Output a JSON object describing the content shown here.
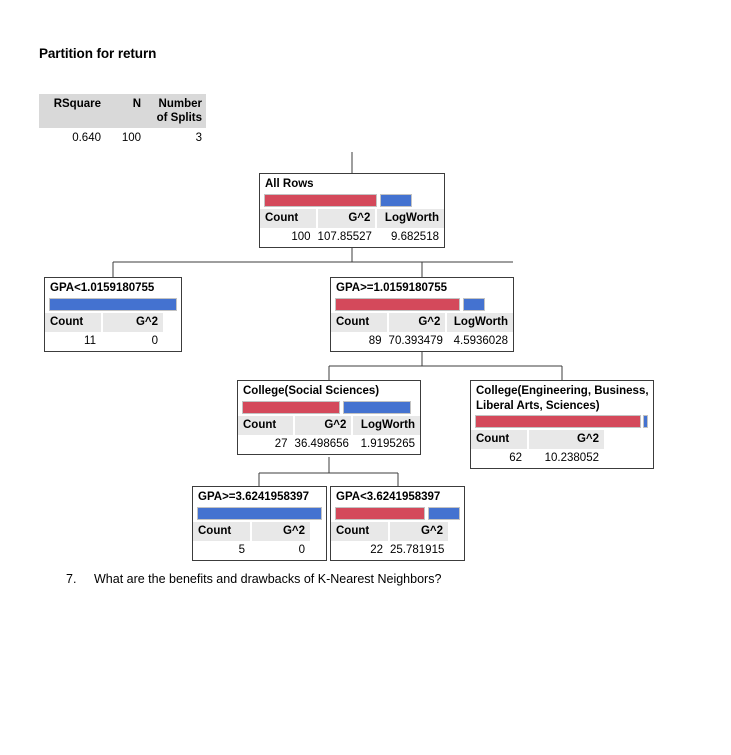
{
  "page": {
    "title": "Partition for return"
  },
  "summary": {
    "headers": [
      "RSquare",
      "N",
      "Number of Splits"
    ],
    "header_rsquare": "RSquare",
    "header_n": "N",
    "header_splits_line1": "Number",
    "header_splits_line2": "of Splits",
    "rsquare": "0.640",
    "n": "100",
    "splits": "3"
  },
  "colors": {
    "red": "#d4495b",
    "blue": "#4472d0",
    "header_gray": "#e8e8e8",
    "table_gray": "#d9d9d9",
    "border": "#3c3c3c"
  },
  "chart_data": {
    "type": "tree",
    "title": "Partition for return",
    "model_stats": {
      "RSquare": 0.64,
      "N": 100,
      "Number of Splits": 3
    },
    "column_headers": [
      "Count",
      "G^2",
      "LogWorth"
    ],
    "nodes": [
      {
        "id": "root",
        "label": "All Rows",
        "count": 100,
        "g2": 107.85527,
        "logworth": 9.682518,
        "red_fraction": 0.62,
        "blue_fraction": 0.17
      },
      {
        "id": "gpa-lt",
        "label": "GPA<1.0159180755",
        "count": 11,
        "g2": 0,
        "logworth": null,
        "red_fraction": 0.0,
        "blue_fraction": 1.0
      },
      {
        "id": "gpa-ge",
        "label": "GPA>=1.0159180755",
        "count": 89,
        "g2": 70.393479,
        "logworth": 4.5936028,
        "red_fraction": 0.81,
        "blue_fraction": 0.12
      },
      {
        "id": "college-soc",
        "label": "College(Social Sciences)",
        "count": 27,
        "g2": 36.498656,
        "logworth": 1.9195265,
        "red_fraction": 0.54,
        "blue_fraction": 0.38
      },
      {
        "id": "college-eng",
        "label": "College(Engineering, Business, Liberal Arts, Sciences)",
        "count": 62,
        "g2": 10.238052,
        "logworth": null,
        "red_fraction": 0.955,
        "blue_fraction": 0.03
      },
      {
        "id": "gpa-ge-362",
        "label": "GPA>=3.6241958397",
        "count": 5,
        "g2": 0,
        "logworth": null,
        "red_fraction": 0.0,
        "blue_fraction": 1.0
      },
      {
        "id": "gpa-lt-362",
        "label": "GPA<3.6241958397",
        "count": 22,
        "g2": 25.781915,
        "logworth": null,
        "red_fraction": 0.72,
        "blue_fraction": 0.26
      }
    ],
    "edges": [
      [
        "root",
        "gpa-lt"
      ],
      [
        "root",
        "gpa-ge"
      ],
      [
        "gpa-ge",
        "college-soc"
      ],
      [
        "gpa-ge",
        "college-eng"
      ],
      [
        "college-soc",
        "gpa-ge-362"
      ],
      [
        "college-soc",
        "gpa-lt-362"
      ]
    ]
  },
  "tree": {
    "labels": {
      "count": "Count",
      "g2": "G^2",
      "logworth": "LogWorth"
    },
    "root": {
      "title": "All Rows",
      "count": "100",
      "g2": "107.85527",
      "logworth": "9.682518"
    },
    "gpa_lt": {
      "title": "GPA<1.0159180755",
      "count": "11",
      "g2": "0"
    },
    "gpa_ge": {
      "title": "GPA>=1.0159180755",
      "count": "89",
      "g2": "70.393479",
      "logworth": "4.5936028"
    },
    "college_soc": {
      "title": "College(Social Sciences)",
      "count": "27",
      "g2": "36.498656",
      "logworth": "1.9195265"
    },
    "college_eng": {
      "title": "College(Engineering, Business, Liberal Arts, Sciences)",
      "count": "62",
      "g2": "10.238052"
    },
    "gpa_ge_362": {
      "title": "GPA>=3.6241958397",
      "count": "5",
      "g2": "0"
    },
    "gpa_lt_362": {
      "title": "GPA<3.6241958397",
      "count": "22",
      "g2": "25.781915"
    }
  },
  "question": {
    "number": "7.",
    "text": "What are the benefits and drawbacks of K-Nearest Neighbors?"
  }
}
